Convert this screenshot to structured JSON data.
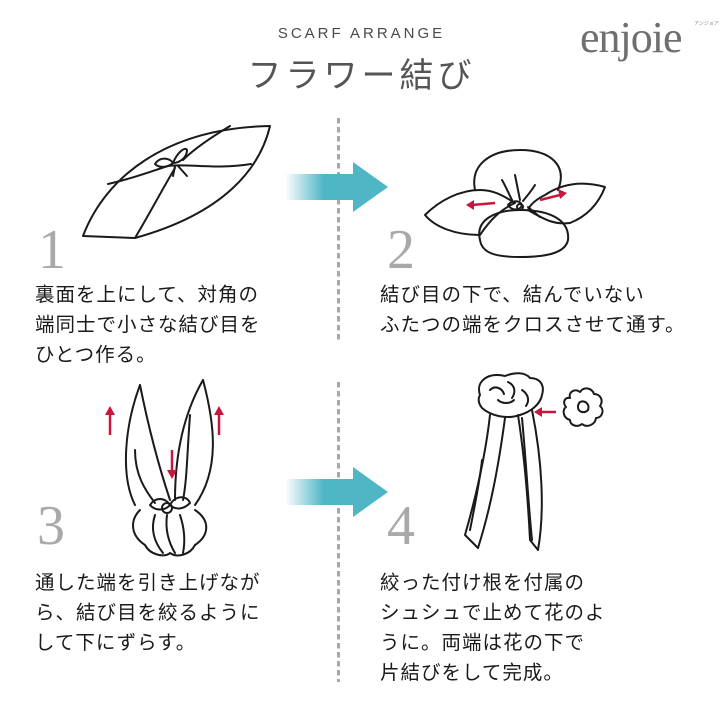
{
  "header": {
    "subtitle": "SCARF ARRANGE",
    "title": "フラワー結び"
  },
  "brand": {
    "logo_text": "enjoie",
    "logo_subtext": "アンジョア"
  },
  "colors": {
    "accent_arrow": "#4fb6c6",
    "direction_arrow": "#c8163c",
    "line_art": "#1a1a1a",
    "step_number": "#a9a9a9",
    "divider": "#a8a8a8"
  },
  "steps": [
    {
      "number": "1",
      "icon": "scarf-diagonal-knot-illustration",
      "lines": [
        "裏面を上にして、対角の",
        "端同士で小さな結び目を",
        "ひとつ作る。"
      ]
    },
    {
      "number": "2",
      "icon": "scarf-cross-ends-illustration",
      "lines": [
        "結び目の下で、結んでいない",
        "ふたつの端をクロスさせて通す。"
      ]
    },
    {
      "number": "3",
      "icon": "scarf-pull-up-illustration",
      "lines": [
        "通した端を引き上げなが",
        "ら、結び目を絞るように",
        "して下にずらす。"
      ]
    },
    {
      "number": "4",
      "icon": "scarf-scrunchie-flower-illustration",
      "lines": [
        "絞った付け根を付属の",
        "シュシュで止めて花のよ",
        "うに。両端は花の下で",
        "片結びをして完成。"
      ]
    }
  ]
}
